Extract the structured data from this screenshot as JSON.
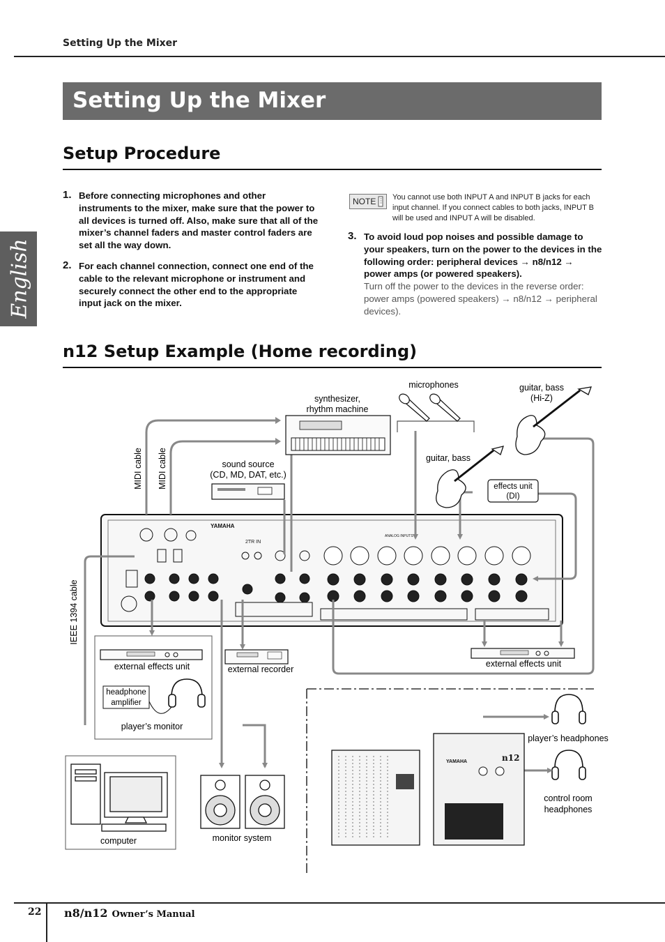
{
  "running_head": "Setting Up the Mixer",
  "banner_title": "Setting Up the Mixer",
  "side_tab": "English",
  "section1": {
    "title": "Setup Procedure",
    "steps": [
      {
        "num": "1.",
        "text": "Before connecting microphones and other instruments to the mixer, make sure that the power to all devices is turned off. Also, make sure that all of the mixer’s channel faders and master control faders are set all the way down."
      },
      {
        "num": "2.",
        "text": "For each channel connection, connect one end of the cable to the relevant microphone or instrument and securely connect the other end to the appropriate input jack on the mixer."
      },
      {
        "num": "3.",
        "text": "To avoid loud pop noises and possible damage to your speakers, turn on the power to the devices in the following order: peripheral devices → n8/n12 → power amps (or powered speakers).",
        "extra": "Turn off the power to the devices in the reverse order: power amps (powered speakers) → n8/n12 → peripheral devices)."
      }
    ],
    "note_label": "NOTE",
    "note_text": "You cannot use both INPUT A and INPUT B jacks for each input channel. If you connect cables to both jacks, INPUT B will be used and INPUT A will be disabled."
  },
  "section2": {
    "title": "n12 Setup Example (Home recording)"
  },
  "diagram": {
    "microphones": "microphones",
    "guitar_hiz_1": "guitar, bass",
    "guitar_hiz_2": "(Hi-Z)",
    "synth_1": "synthesizer,",
    "synth_2": "rhythm machine",
    "guitar_bass": "guitar, bass",
    "effects_di_1": "effects unit",
    "effects_di_2": "(DI)",
    "sound_source_1": "sound source",
    "sound_source_2": "(CD, MD, DAT, etc.)",
    "midi_cable_1": "MIDI cable",
    "midi_cable_2": "MIDI cable",
    "ieee_cable": "IEEE 1394 cable",
    "ext_effects_left": "external effects unit",
    "ext_recorder": "external recorder",
    "ext_effects_right": "external effects unit",
    "headphone_amp_1": "headphone",
    "headphone_amp_2": "amplifier",
    "players_monitor": "player’s monitor",
    "computer": "computer",
    "monitor_system": "monitor system",
    "players_headphones": "player’s headphones",
    "control_room_1": "control room",
    "control_room_2": "headphones",
    "yamaha": "YAMAHA",
    "n12_label": "n12",
    "analog_inputs": "ANALOG INPUTS",
    "twotr_in": "2TR IN"
  },
  "footer": {
    "page": "22",
    "model": "n8/n12",
    "manual": "Owner’s Manual"
  }
}
